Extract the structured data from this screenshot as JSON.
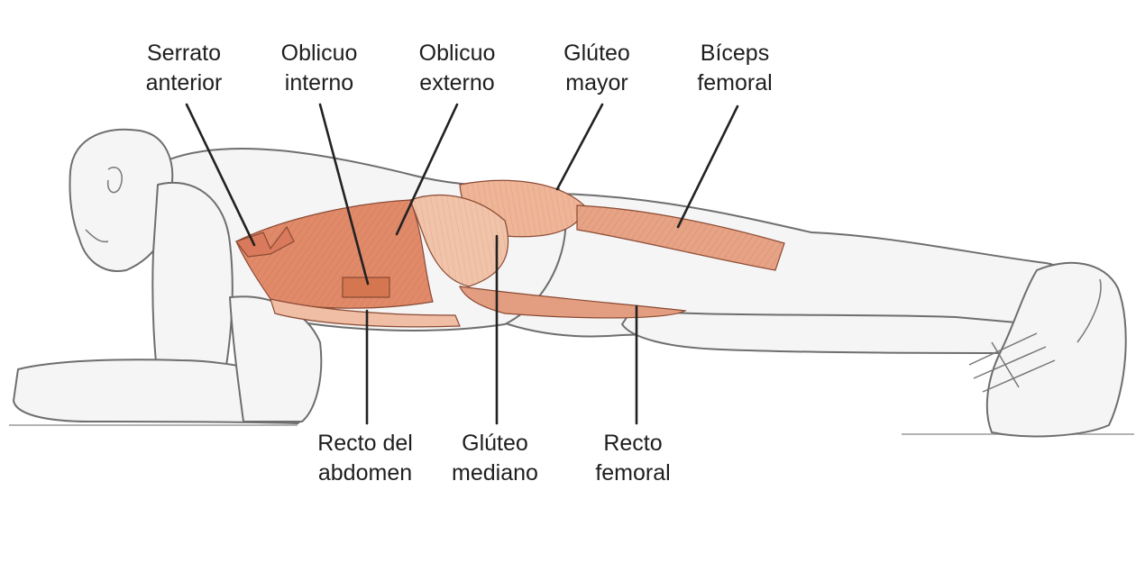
{
  "figure": {
    "labels_top": [
      {
        "id": "serrato-anterior",
        "line1": "Serrato",
        "line2": "anterior"
      },
      {
        "id": "oblicuo-interno",
        "line1": "Oblicuo",
        "line2": "interno"
      },
      {
        "id": "oblicuo-externo",
        "line1": "Oblicuo",
        "line2": "externo"
      },
      {
        "id": "gluteo-mayor",
        "line1": "Glúteo",
        "line2": "mayor"
      },
      {
        "id": "biceps-femoral",
        "line1": "Bíceps",
        "line2": "femoral"
      }
    ],
    "labels_bottom": [
      {
        "id": "recto-del-abdomen",
        "line1": "Recto del",
        "line2": "abdomen"
      },
      {
        "id": "gluteo-mediano",
        "line1": "Glúteo",
        "line2": "mediano"
      },
      {
        "id": "recto-femoral",
        "line1": "Recto",
        "line2": "femoral"
      }
    ],
    "colors": {
      "skin": "#f4f4f4",
      "outline": "#6e6e6e",
      "muscle": "#e08a6a",
      "muscle_dark": "#c96a4c",
      "muscle_light": "#efbea4",
      "leader": "#222222"
    }
  }
}
